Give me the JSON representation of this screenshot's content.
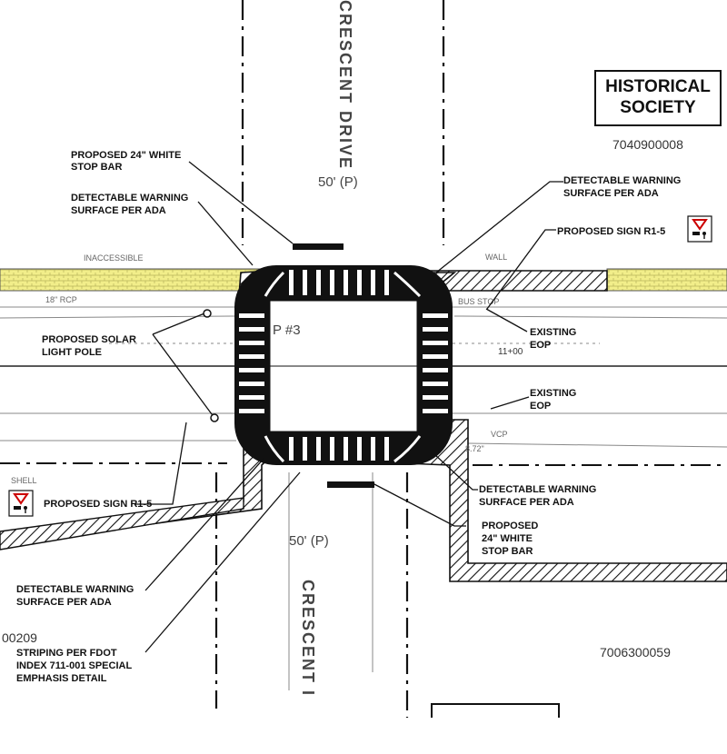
{
  "roads": {
    "north": "CRESCENT DRIVE",
    "south": "CRESCENT I",
    "row_north": "50' (P)",
    "row_south": "50' (P)"
  },
  "parcels": {
    "historical_society_line1": "HISTORICAL",
    "historical_society_line2": "SOCIETY",
    "parcel_ne": "7040900008",
    "parcel_se": "7006300059",
    "parcel_sw": "00209"
  },
  "callouts": {
    "stop_bar_north": [
      "PROPOSED 24\" WHITE",
      "STOP BAR"
    ],
    "dws_nw": [
      "DETECTABLE WARNING",
      "SURFACE PER ADA"
    ],
    "dws_ne": [
      "DETECTABLE WARNING",
      "SURFACE PER ADA"
    ],
    "sign_ne": "PROPOSED SIGN R1-5",
    "eop_ne": [
      "EXISTING",
      "EOP"
    ],
    "solar_pole": [
      "PROPOSED SOLAR",
      "LIGHT POLE"
    ],
    "eop_e": [
      "EXISTING",
      "EOP"
    ],
    "sign_w": "PROPOSED SIGN R1-5",
    "dws_se": [
      "DETECTABLE WARNING",
      "SURFACE PER ADA"
    ],
    "stop_bar_south": [
      "PROPOSED",
      "24\" WHITE",
      "STOP BAR"
    ],
    "dws_sw": [
      "DETECTABLE WARNING",
      "SURFACE PER ADA"
    ],
    "striping": [
      "STRIPING PER FDOT",
      "INDEX 711-001 SPECIAL",
      "EMPHASIS DETAIL"
    ]
  },
  "survey": {
    "inaccessible": "INACCESSIBLE",
    "wall": "WALL",
    "bus_stop": "BUS STOP",
    "station": "11+00",
    "rcp": "18\" RCP",
    "shell": "SHELL",
    "vcp": "VCP",
    "vcp_size": "8.72\"",
    "ped_num": "P #3"
  },
  "colors": {
    "sidewalk_yellow": "#f2ee8a",
    "ink": "#111111"
  },
  "icons": [
    "yield-to-pedestrian-sign-icon",
    "hatching-pattern"
  ]
}
